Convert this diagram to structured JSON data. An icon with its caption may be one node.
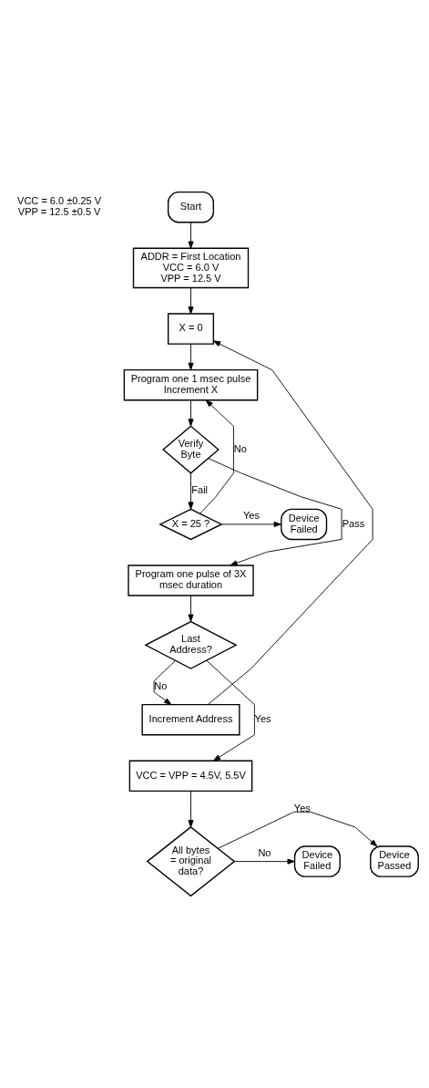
{
  "diagram": {
    "nodes": [
      {
        "text": [
          "Start"
        ]
      },
      {
        "text": [
          "ADDR = First Location",
          "VCC = 6.0 V",
          "VPP = 12.5 V"
        ]
      },
      {
        "text": [
          "X = 0"
        ]
      },
      {
        "text": [
          "Program one 1 msec pulse",
          "Increment X"
        ]
      },
      {
        "text": [
          "Verify Byte"
        ]
      },
      {
        "text": [
          "X = 25 ?"
        ]
      },
      {
        "text": [
          "Device Failed"
        ]
      },
      {
        "text": [
          "Program one pulse of 3X msec duration"
        ]
      },
      {
        "text": [
          "Last Address?"
        ]
      },
      {
        "text": [
          "Increment Address"
        ]
      },
      {
        "text": [
          "VCC = VPP = 4.5V, 5.5V"
        ]
      },
      {
        "text": [
          "All bytes = original data?"
        ]
      },
      {
        "text": [
          "Device Passed"
        ]
      },
      {
        "text": [
          "Device Failed"
        ]
      }
    ],
    "edges": [
      {
        "from": 0,
        "to": 1,
        "arrow": "to"
      },
      {
        "from": 1,
        "to": 2,
        "arrow": "to"
      },
      {
        "from": 2,
        "to": 3,
        "arrow": "to"
      },
      {
        "from": 3,
        "to": 4,
        "arrow": "to"
      },
      {
        "from": 4,
        "to": 5,
        "arrow": "to",
        "label": "Fail"
      },
      {
        "from": 4,
        "to": 7,
        "arrow": "to",
        "label": "Pass"
      },
      {
        "from": 5,
        "to": 3,
        "arrow": "to",
        "label": "No"
      },
      {
        "from": 5,
        "to": 6,
        "arrow": "to",
        "label": "Yes"
      },
      {
        "from": 7,
        "to": 8,
        "arrow": "to"
      },
      {
        "from": 8,
        "to": 9,
        "arrow": "to",
        "label": "No"
      },
      {
        "from": 8,
        "to": 10,
        "arrow": "to",
        "label": "Yes"
      },
      {
        "from": 9,
        "to": 2,
        "arrow": "to"
      },
      {
        "from": 10,
        "to": 11,
        "arrow": "to"
      },
      {
        "from": 11,
        "to": 12,
        "arrow": "to",
        "label": "Yes"
      },
      {
        "from": 11,
        "to": 13,
        "arrow": "to",
        "label": "No"
      }
    ],
    "labels": [
      "VCC = 6.0 ±0.25 V",
      "VPP = 12.5 ±0.5 V"
    ]
  }
}
